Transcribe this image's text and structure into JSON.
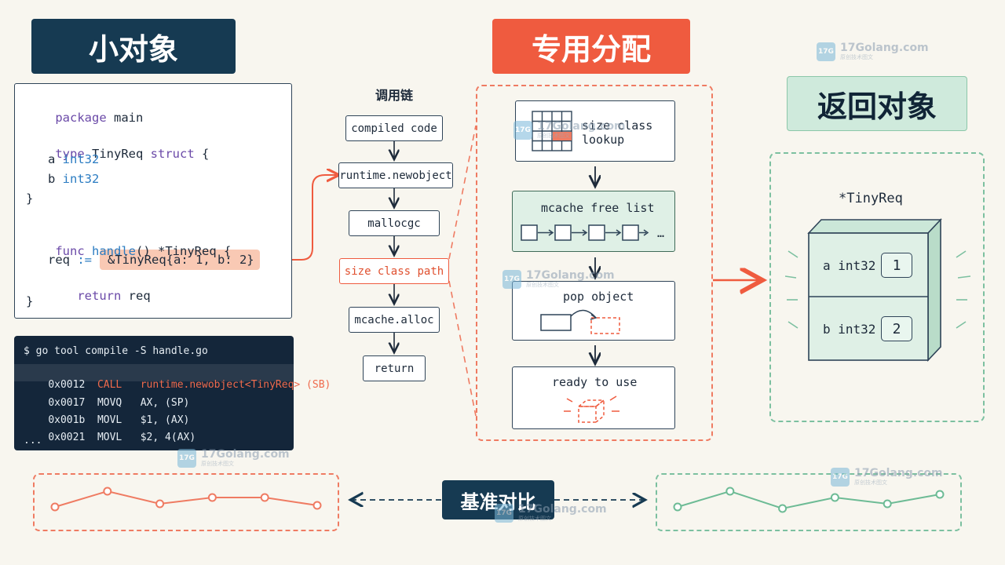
{
  "banners": {
    "small_object": "小对象",
    "dedicated_alloc": "专用分配",
    "return_object": "返回对象",
    "benchmark": "基准对比"
  },
  "code": {
    "lines": [
      "package main",
      "type TinyReq struct {",
      "    a int32",
      "    b int32",
      "}",
      "func handle() *TinyReq {",
      "    req :=",
      "&TinyReq{a: 1, b: 2}",
      "    return req",
      "}"
    ],
    "keywords": {
      "package": "package",
      "type": "type",
      "struct": "struct",
      "func": "func",
      "return": "return",
      "int32": "int32"
    }
  },
  "terminal": {
    "command": "$ go tool compile -S handle.go",
    "rows": [
      {
        "addr": "0x0012",
        "op": "CALL",
        "arg": "runtime.newobject<TinyReq> (SB)"
      },
      {
        "addr": "0x0017",
        "op": "MOVQ",
        "arg": "AX, (SP)"
      },
      {
        "addr": "0x001b",
        "op": "MOVL",
        "arg": "$1, (AX)"
      },
      {
        "addr": "0x0021",
        "op": "MOVL",
        "arg": "$2, 4(AX)"
      }
    ],
    "ellipsis": "..."
  },
  "call_chain": {
    "title": "调用链",
    "nodes": [
      "compiled code",
      "runtime.newobject",
      "mallocgc",
      "size class path",
      "mcache.alloc",
      "return"
    ]
  },
  "alloc_steps": {
    "size_class": "size class\nlookup",
    "free_list": "mcache free list",
    "free_list_more": "…",
    "pop": "pop object",
    "ready": "ready to use"
  },
  "result": {
    "type_label": "*TinyReq",
    "fields": [
      {
        "name": "a int32",
        "value": "1"
      },
      {
        "name": "b int32",
        "value": "2"
      }
    ]
  },
  "benchmark": {
    "left_series": [
      0.35,
      0.85,
      0.45,
      0.65,
      0.65,
      0.4
    ],
    "right_series": [
      0.35,
      0.85,
      0.3,
      0.65,
      0.45,
      0.75
    ]
  },
  "watermark": {
    "text": "17Golang.com",
    "sub": "原创技术图文",
    "logo": "17G"
  },
  "colors": {
    "dark": "#163a52",
    "accent": "#ef5b3f",
    "green": "#7cc0a0"
  }
}
